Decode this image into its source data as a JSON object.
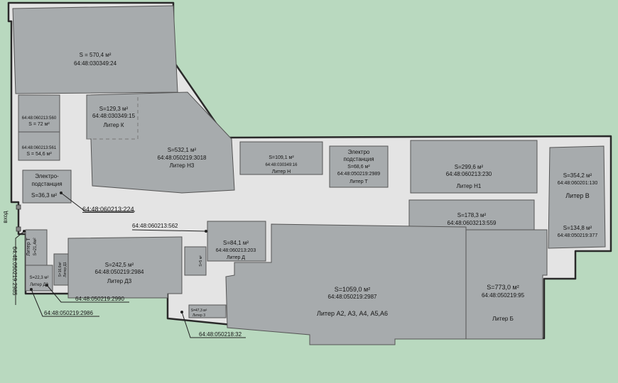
{
  "buildings": {
    "b24": {
      "area": "S = 570,4  м²",
      "cad": "64:48:030349:24"
    },
    "b560": {
      "cad": "64:48:060213:560",
      "area": "S = 72 м²"
    },
    "b561": {
      "cad": "64:48:060213:561",
      "area": "S = 54,6 м²"
    },
    "b15": {
      "area": "S=129,3 м²",
      "cad": "64:48:030349:15",
      "liter": "Литер К"
    },
    "b3018": {
      "area": "S=532,1 м²",
      "cad": "64:48:050219:3018",
      "liter": "Литер Н3"
    },
    "b16": {
      "area": "S=109,1 м²",
      "cad": "64:48:030349:16",
      "liter": "Литер Н"
    },
    "b2989": {
      "name1": "Электро",
      "name2": "подстанция",
      "area": "S=68,6 м²",
      "cad": "64:48:050219:2989",
      "liter": "Литер Т"
    },
    "b230": {
      "area": "S=299,6 м²",
      "cad": "64:48:060213:230",
      "liter": "Литер Н1"
    },
    "b130": {
      "area": "S=354,2 м²",
      "cad": "64:48:060201:130",
      "liter": "Литер В"
    },
    "b224": {
      "name1": "Электро-",
      "name2": "подстанция",
      "area": "S=36,3 м²"
    },
    "b559": {
      "area": "S=178,3 м²",
      "cad": "64:48:0603213:559"
    },
    "b377": {
      "area": "S=134,8 м²",
      "cad": "64:48:050219:377"
    },
    "b203": {
      "area": "S=84,1 м²",
      "cad": "64:48:060213:203",
      "liter": "Литер Д"
    },
    "b2984": {
      "area": "S=242,5 м²",
      "cad": "64:48:050219:2984",
      "liter": "Литер Д3"
    },
    "b2987": {
      "area": "S=1059,0 м²",
      "cad": "64:48:050219:2987",
      "liter": "Литер А2, А3, А4, А5,А6"
    },
    "b95": {
      "area": "S=773,0 м²",
      "cad": "64:48:050219:95",
      "liter": "Литер Б"
    },
    "litT": {
      "area": "S=21,4м²",
      "liter": "Литер Т"
    },
    "litD2": {
      "area": "S=22,3 м²",
      "liter": "Литер Д2"
    },
    "litD1": {
      "area": "S=16,6м²",
      "liter": "Литер Д1"
    },
    "small5": {
      "area": "S=5 м²"
    },
    "lit3": {
      "area": "S=47,3 м²",
      "liter": "Литер 3"
    }
  },
  "callouts": {
    "c224": "64:48:060213:224",
    "c562": "64:48:060213:562",
    "c2985": "64:48:050219:2985",
    "c2990": "64:48:050219:2990",
    "c2986": "64:48:050219:2986",
    "c32": "64:48:050218:32"
  },
  "entrance": "вход"
}
